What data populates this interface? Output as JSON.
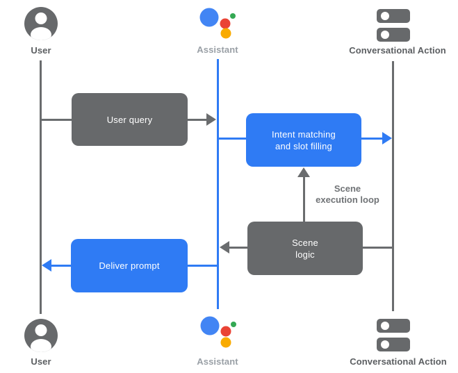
{
  "colors": {
    "node_gray": "#67696B",
    "line_gray": "#6A6C6E",
    "accent_blue": "#2F7BF4",
    "label_dark": "#5B5E61",
    "label_light": "#9AA0A6",
    "annotation_gray": "#707376",
    "node_text": "#FFFFFF",
    "icon_gray": "#67696B",
    "icon_white": "#FFFFFF",
    "assistant_logo": {
      "blue": "#4285F4",
      "red": "#EA4335",
      "green": "#34A853",
      "yellow": "#F9AB00"
    }
  },
  "actors": {
    "user_top": {
      "label": "User",
      "icon": "person-avatar-icon"
    },
    "assistant_top": {
      "label": "Assistant",
      "icon": "google-assistant-icon"
    },
    "conversational_action_top": {
      "label": "Conversational Action",
      "icon": "server-stack-icon"
    },
    "user_bottom": {
      "label": "User",
      "icon": "person-avatar-icon"
    },
    "assistant_bottom": {
      "label": "Assistant",
      "icon": "google-assistant-icon"
    },
    "conversational_action_bottom": {
      "label": "Conversational Action",
      "icon": "server-stack-icon"
    }
  },
  "nodes": {
    "user_query": {
      "label": "User query",
      "color": "#67696B"
    },
    "intent_matching": {
      "line1": "Intent matching",
      "line2": "and slot filling",
      "color": "#2F7BF4"
    },
    "scene_logic": {
      "line1": "Scene",
      "line2": "logic",
      "color": "#67696B"
    },
    "deliver_prompt": {
      "label": "Deliver prompt",
      "color": "#2F7BF4"
    }
  },
  "annotations": {
    "scene_execution_loop": {
      "line1": "Scene",
      "line2": "execution loop"
    }
  },
  "edges": [
    {
      "from": "user-lifeline",
      "to": "user_query",
      "style": "gray-line"
    },
    {
      "from": "user_query",
      "to": "assistant-lifeline",
      "style": "gray-arrow-right"
    },
    {
      "from": "assistant-lifeline",
      "to": "intent_matching",
      "style": "blue-line"
    },
    {
      "from": "intent_matching",
      "to": "conversational-action-lifeline",
      "style": "blue-arrow-right"
    },
    {
      "from": "conversational-action-lifeline",
      "to": "scene_logic",
      "style": "gray-line"
    },
    {
      "from": "scene_logic",
      "to": "assistant-lifeline",
      "style": "gray-arrow-left"
    },
    {
      "from": "scene_logic",
      "to": "intent_matching",
      "style": "gray-arrow-up",
      "label": "Scene execution loop"
    },
    {
      "from": "assistant-lifeline",
      "to": "deliver_prompt",
      "style": "blue-line"
    },
    {
      "from": "deliver_prompt",
      "to": "user-lifeline",
      "style": "blue-arrow-left"
    }
  ]
}
